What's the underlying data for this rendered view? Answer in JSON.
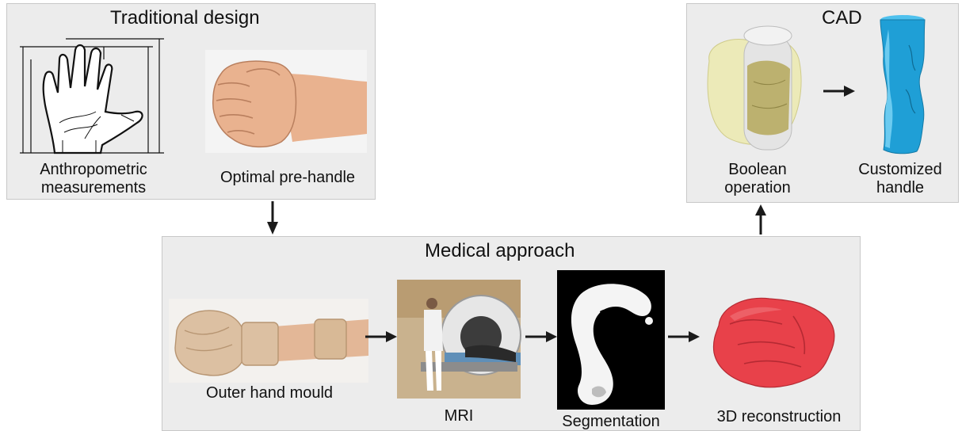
{
  "traditional": {
    "title": "Traditional design",
    "anthropometric_line1": "Anthropometric",
    "anthropometric_line2": "measurements",
    "prehandle": "Optimal pre-handle"
  },
  "cad": {
    "title": "CAD",
    "boolean_line1": "Boolean",
    "boolean_line2": "operation",
    "custom_line1": "Customized",
    "custom_line2": "handle"
  },
  "medical": {
    "title": "Medical approach",
    "mould": "Outer hand mould",
    "mri": "MRI",
    "segmentation": "Segmentation",
    "reconstruction": "3D reconstruction"
  },
  "colors": {
    "panel_bg": "#ececec",
    "skin": "#e9b28f",
    "handle_blue": "#1f9fd6",
    "mould_beige": "#dcc0a2",
    "reconstruction_red": "#e8414a",
    "cad_yellow": "#e8e6b2"
  }
}
